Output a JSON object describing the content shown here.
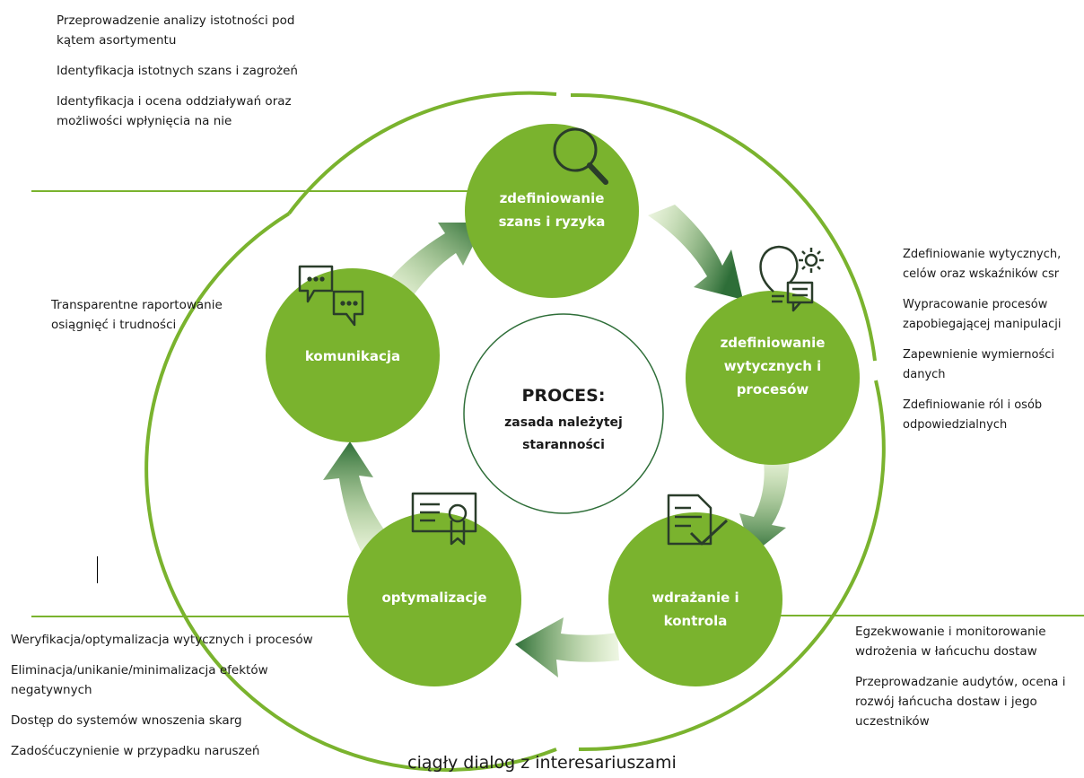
{
  "colors": {
    "accent": "#7ab32e",
    "accent_light": "#a8d073",
    "dark_green": "#2e6e38",
    "text": "#1a1a1a"
  },
  "center": {
    "title": "PROCES:",
    "line1": "zasada należytej",
    "line2": "staranności"
  },
  "nodes": {
    "top": {
      "line1": "zdefiniowanie",
      "line2": "szans i ryzyka",
      "icon": "magnifier-icon"
    },
    "right": {
      "line1": "zdefiniowanie",
      "line2": "wytycznych i",
      "line3": "procesów",
      "icon": "lightbulb-gear-icon"
    },
    "bottom_right": {
      "line1": "wdrażanie i",
      "line2": "kontrola",
      "icon": "document-check-icon"
    },
    "bottom_left": {
      "line1": "optymalizacje",
      "icon": "certificate-icon"
    },
    "left": {
      "line1": "komunikacja",
      "icon": "chat-bubbles-icon"
    }
  },
  "notes": {
    "top_left": [
      "Przeprowadzenie analizy istotności pod kątem asortymentu",
      "Identyfikacja istotnych szans i zagrożeń",
      "Identyfikacja i ocena oddziaływań oraz możliwości wpłynięcia na nie"
    ],
    "right": [
      "Zdefiniowanie wytycznych, celów oraz wskaźników csr",
      "Wypracowanie procesów zapobiegającej manipulacji",
      "Zapewnienie wymierności danych",
      "Zdefiniowanie ról i osób odpowiedzialnych"
    ],
    "left": [
      "Transparentne raportowanie osiągnięć i trudności"
    ],
    "bottom_left": [
      "Weryfikacja/optymalizacja wytycznych i procesów",
      "Eliminacja/unikanie/minimalizacja efektów negatywnych",
      "Dostęp do systemów wnoszenia skarg",
      "Zadośćuczynienie w przypadku naruszeń"
    ],
    "bottom_right": [
      "Egzekwowanie i monitorowanie wdrożenia w łańcuchu dostaw",
      "Przeprowadzanie audytów, ocena i rozwój łańcucha dostaw i jego uczestników"
    ]
  },
  "bottom_label": "ciągły dialog z interesariuszami"
}
